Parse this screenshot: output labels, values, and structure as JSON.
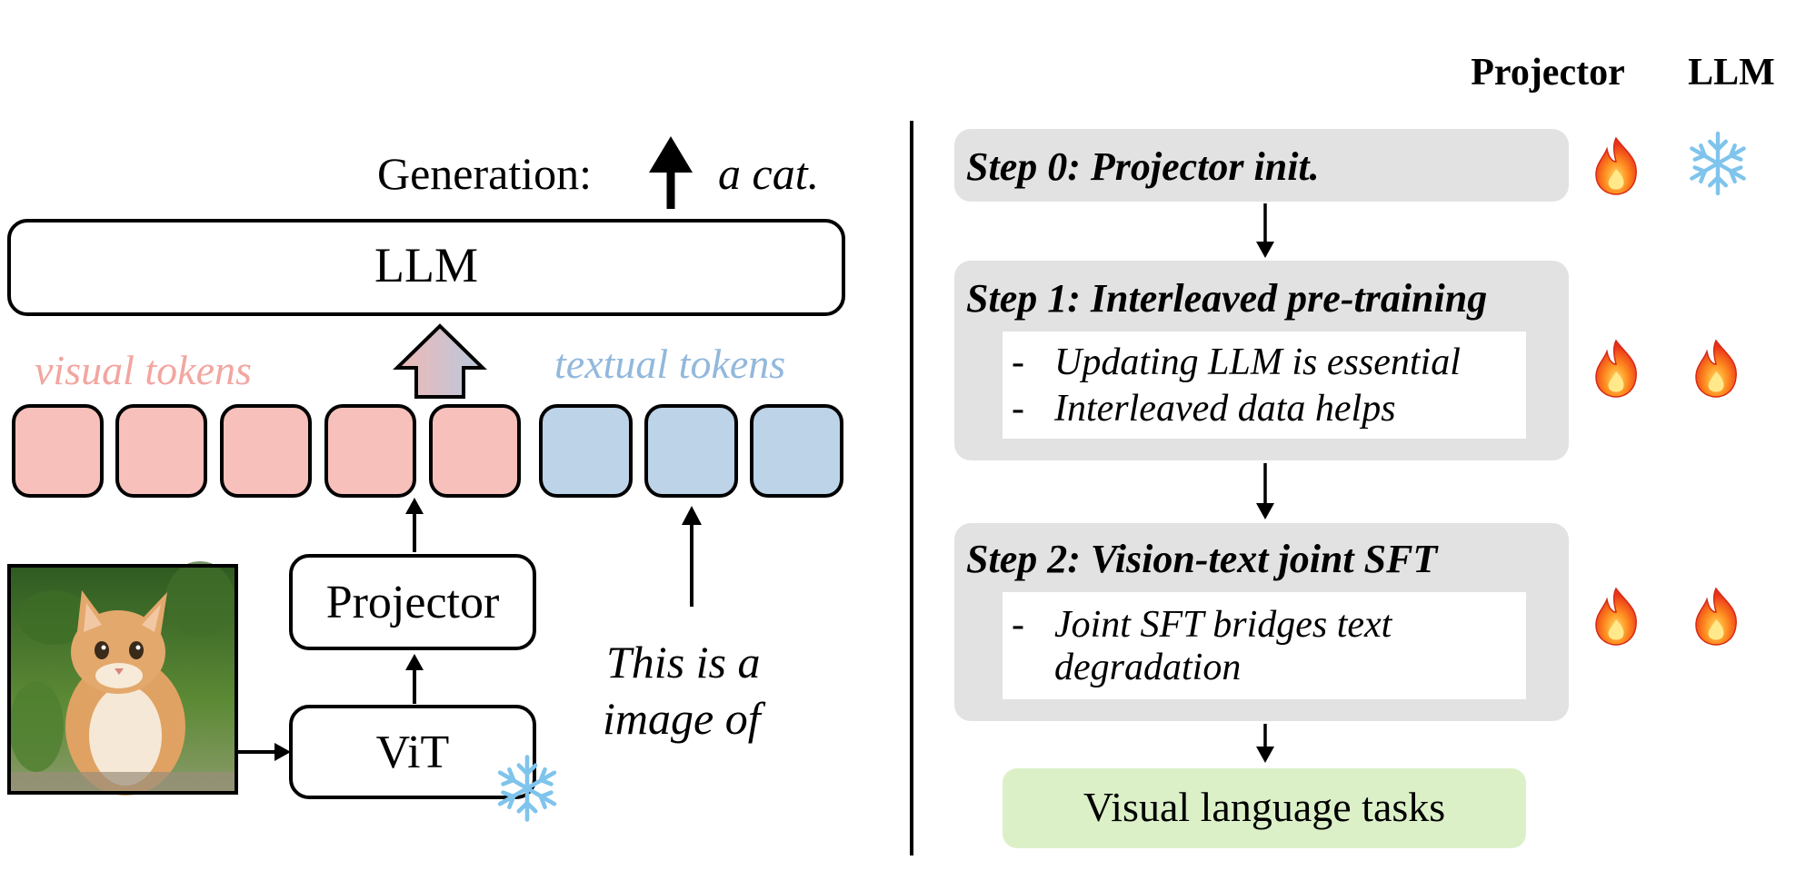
{
  "left": {
    "generation_label": "Generation:",
    "generation_output": "a cat.",
    "llm_label": "LLM",
    "visual_tokens_label": "visual tokens",
    "textual_tokens_label": "textual tokens",
    "projector_label": "Projector",
    "vit_label": "ViT",
    "text_input_line1": "This is a",
    "text_input_line2": "image of",
    "visual_token_count": 5,
    "textual_token_count": 3
  },
  "right": {
    "header_projector": "Projector",
    "header_llm": "LLM",
    "step0": {
      "title": "Step 0: Projector init.",
      "projector": "fire-icon",
      "llm": "snowflake-icon"
    },
    "step1": {
      "title": "Step 1: Interleaved pre-training",
      "bullets": [
        "Updating LLM is essential",
        "Interleaved data helps"
      ],
      "projector": "fire-icon",
      "llm": "fire-icon"
    },
    "step2": {
      "title": "Step 2: Vision-text joint SFT",
      "bullet_line1": "Joint SFT bridges text",
      "bullet_line2": "degradation",
      "projector": "fire-icon",
      "llm": "fire-icon"
    },
    "final": "Visual language tasks"
  },
  "colors": {
    "visual_token": "#f7c0bb",
    "textual_token": "#bcd3e8",
    "visual_label": "#f2a6a0",
    "textual_label": "#92b8dc",
    "step_bg": "#e2e2e2",
    "final_bg": "#dcf0c8"
  }
}
